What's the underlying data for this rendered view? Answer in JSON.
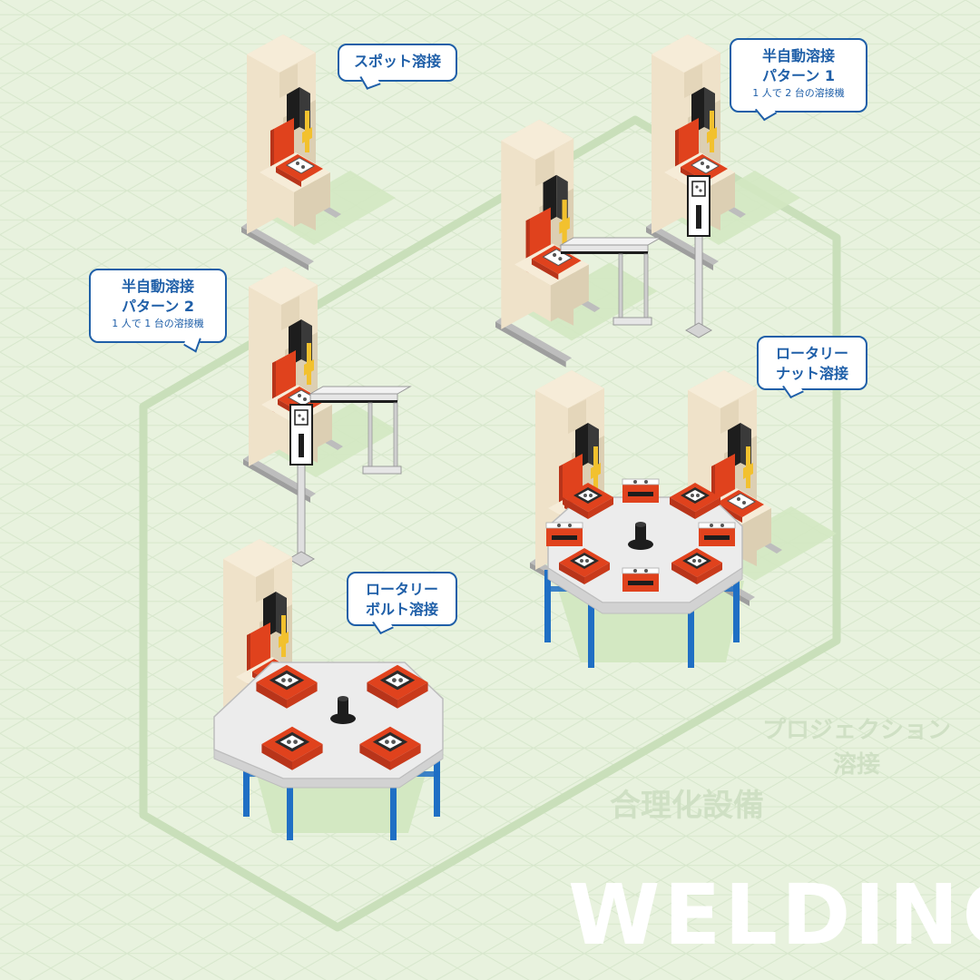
{
  "callouts": {
    "spot": {
      "title": "スポット溶接"
    },
    "semi1": {
      "title_line1": "半自動溶接",
      "title_line2": "パターン 1",
      "sub": "1 人で 2 台の溶接機"
    },
    "semi2": {
      "title_line1": "半自動溶接",
      "title_line2": "パターン 2",
      "sub": "1 人で 1 台の溶接機"
    },
    "rotary_nut": {
      "title_line1": "ロータリー",
      "title_line2": "ナット溶接"
    },
    "rotary_bolt": {
      "title_line1": "ロータリー",
      "title_line2": "ボルト溶接"
    }
  },
  "watermarks": {
    "projection_line1": "プロジェクション",
    "projection_line2": "溶接",
    "rationalization": "合理化設備",
    "welding": "WELDING"
  },
  "colors": {
    "background": "#e8f2de",
    "grid_line": "#d5e6c9",
    "hex_path": "#c9dfba",
    "machine_body": "#efe2c9",
    "machine_shade": "#dccfb3",
    "machine_dark": "#c9bb9c",
    "seat_red": "#e0421d",
    "seat_dark": "#b8341a",
    "electrode_yellow": "#f2c12e",
    "frame_black": "#1d1d1d",
    "table_top": "#e6e6e6",
    "table_leg_blue": "#1f6fc4",
    "callout_blue": "#1f5fa8",
    "shadow_green": "#d3e8c2"
  }
}
